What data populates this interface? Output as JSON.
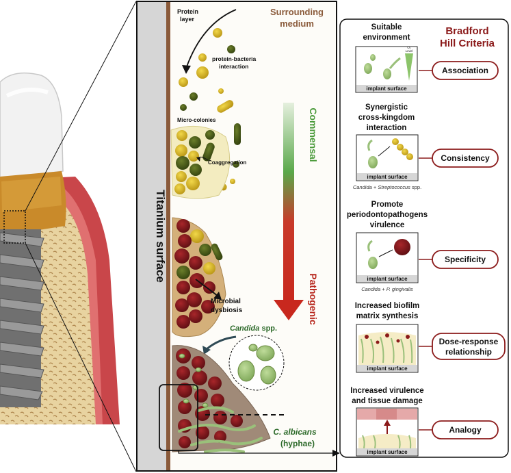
{
  "left_panel": {
    "titanium_label": "Titanium surface",
    "surrounding_medium": [
      "Surrounding",
      "medium"
    ],
    "protein_layer": [
      "Protein",
      "layer"
    ],
    "protein_bacteria": [
      "protein-bacteria",
      "interaction"
    ],
    "micro_colonies": "Micro-colonies",
    "coaggregation": "Coaggregation",
    "microbial_dysbiosis": [
      "Microbial",
      "dysbiosis"
    ],
    "candida_spp": [
      "Candida",
      " spp."
    ],
    "c_albicans": "C. albicans",
    "hyphae": "(hyphae)",
    "commensal": "Commensal",
    "pathogenic": "Pathogenic"
  },
  "right_panel": {
    "title": [
      "Bradford",
      "Hill Criteria"
    ],
    "criteria": [
      {
        "title": [
          "Suitable",
          "environment"
        ],
        "label": "Association",
        "surface": "implant surface",
        "caption": ""
      },
      {
        "title": [
          "Synergistic",
          "cross-kingdom",
          "interaction"
        ],
        "label": "Consistency",
        "surface": "implant surface",
        "caption_italic": "Candida",
        "caption_rest": " + ",
        "caption_italic2": "Streptococcus",
        "caption_rest2": " spp."
      },
      {
        "title": [
          "Promote",
          "periodontopathogens",
          "virulence"
        ],
        "label": "Specificity",
        "surface": "implant surface",
        "caption_italic": "Candida",
        "caption_rest": " + ",
        "caption_italic2": "P. gingivalis",
        "caption_rest2": ""
      },
      {
        "title": [
          "Increased biofilm",
          "matrix synthesis"
        ],
        "label": [
          "Dose-response",
          "relationship"
        ],
        "surface": "implant surface",
        "caption": ""
      },
      {
        "title": [
          "Increased virulence",
          "and tissue damage"
        ],
        "label": "Analogy",
        "surface": "implant surface",
        "caption": ""
      }
    ],
    "o2_level": [
      "O₂",
      "Level"
    ]
  },
  "colors": {
    "dark_red": "#8b1a1a",
    "green": "#4a9a3a",
    "yellow": "#e2c020",
    "olive": "#4f5f1a",
    "tan": "#d9b36a"
  }
}
